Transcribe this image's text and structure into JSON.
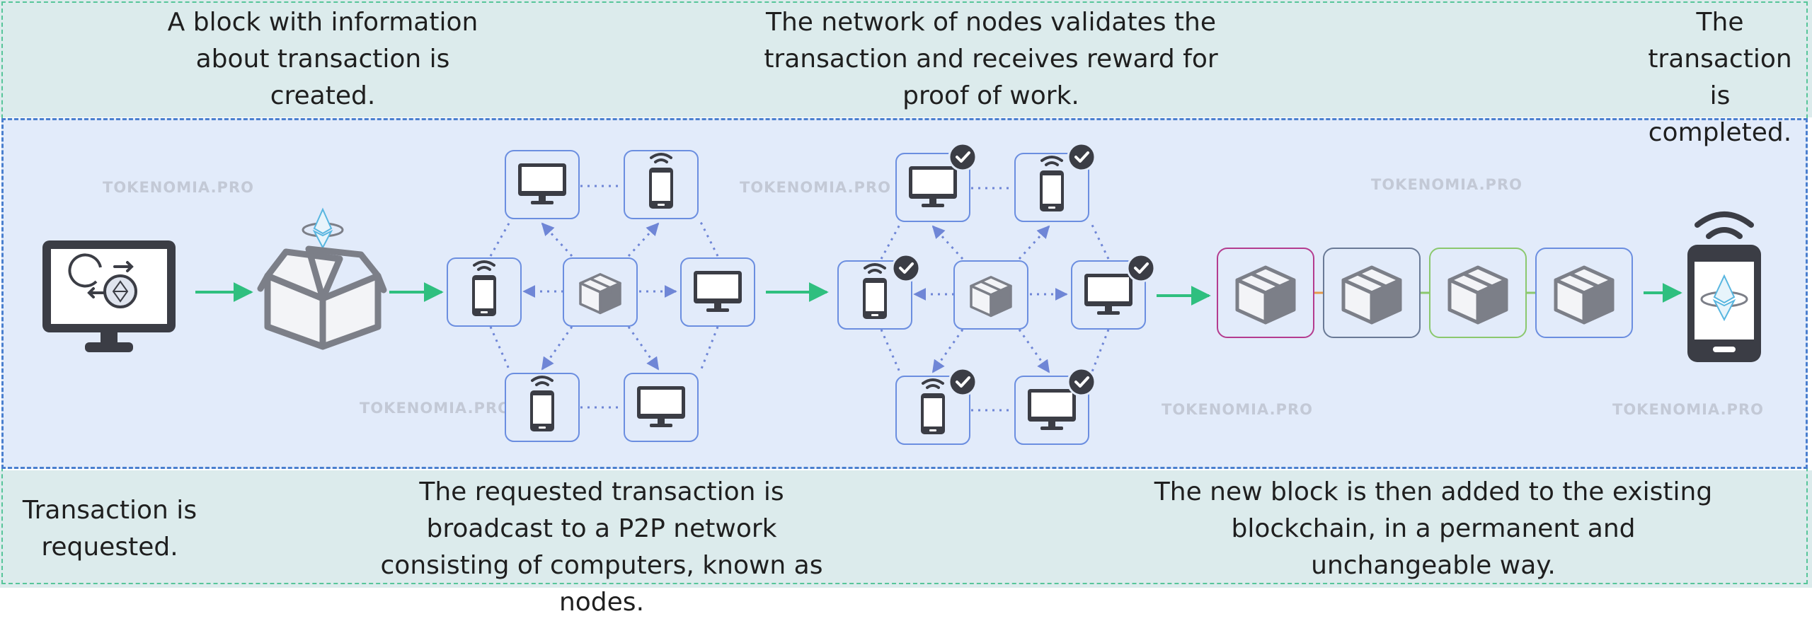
{
  "captions": {
    "block_created": "A block with information about transaction is created.",
    "validate": "The network of nodes validates the transaction and receives reward for proof of work.",
    "completed": "The transaction is completed.",
    "requested": "Transaction is requested.",
    "broadcast": "The requested transaction is broadcast to a P2P network consisting of computers, known as nodes.",
    "added": "The new block is then added to the existing blockchain, in a permanent and unchangeable way."
  },
  "watermark": "TOKENOMIA.PRO",
  "colors": {
    "band": "#dcebec",
    "middle": "#e2ebfa",
    "arrow": "#2fbf7f",
    "dotted": "#6f86d6",
    "node_border": "#6b8ee0",
    "dark": "#3b3d45",
    "box": "#7c7f88",
    "chain_block_borders": [
      "#b43c8f",
      "#6a7a96",
      "#8bc86e",
      "#6b8ee0"
    ]
  },
  "icons": [
    "monitor-icon",
    "exchange-icon",
    "ethereum-icon",
    "box-icon",
    "phone-icon",
    "wifi-icon",
    "check-icon"
  ]
}
